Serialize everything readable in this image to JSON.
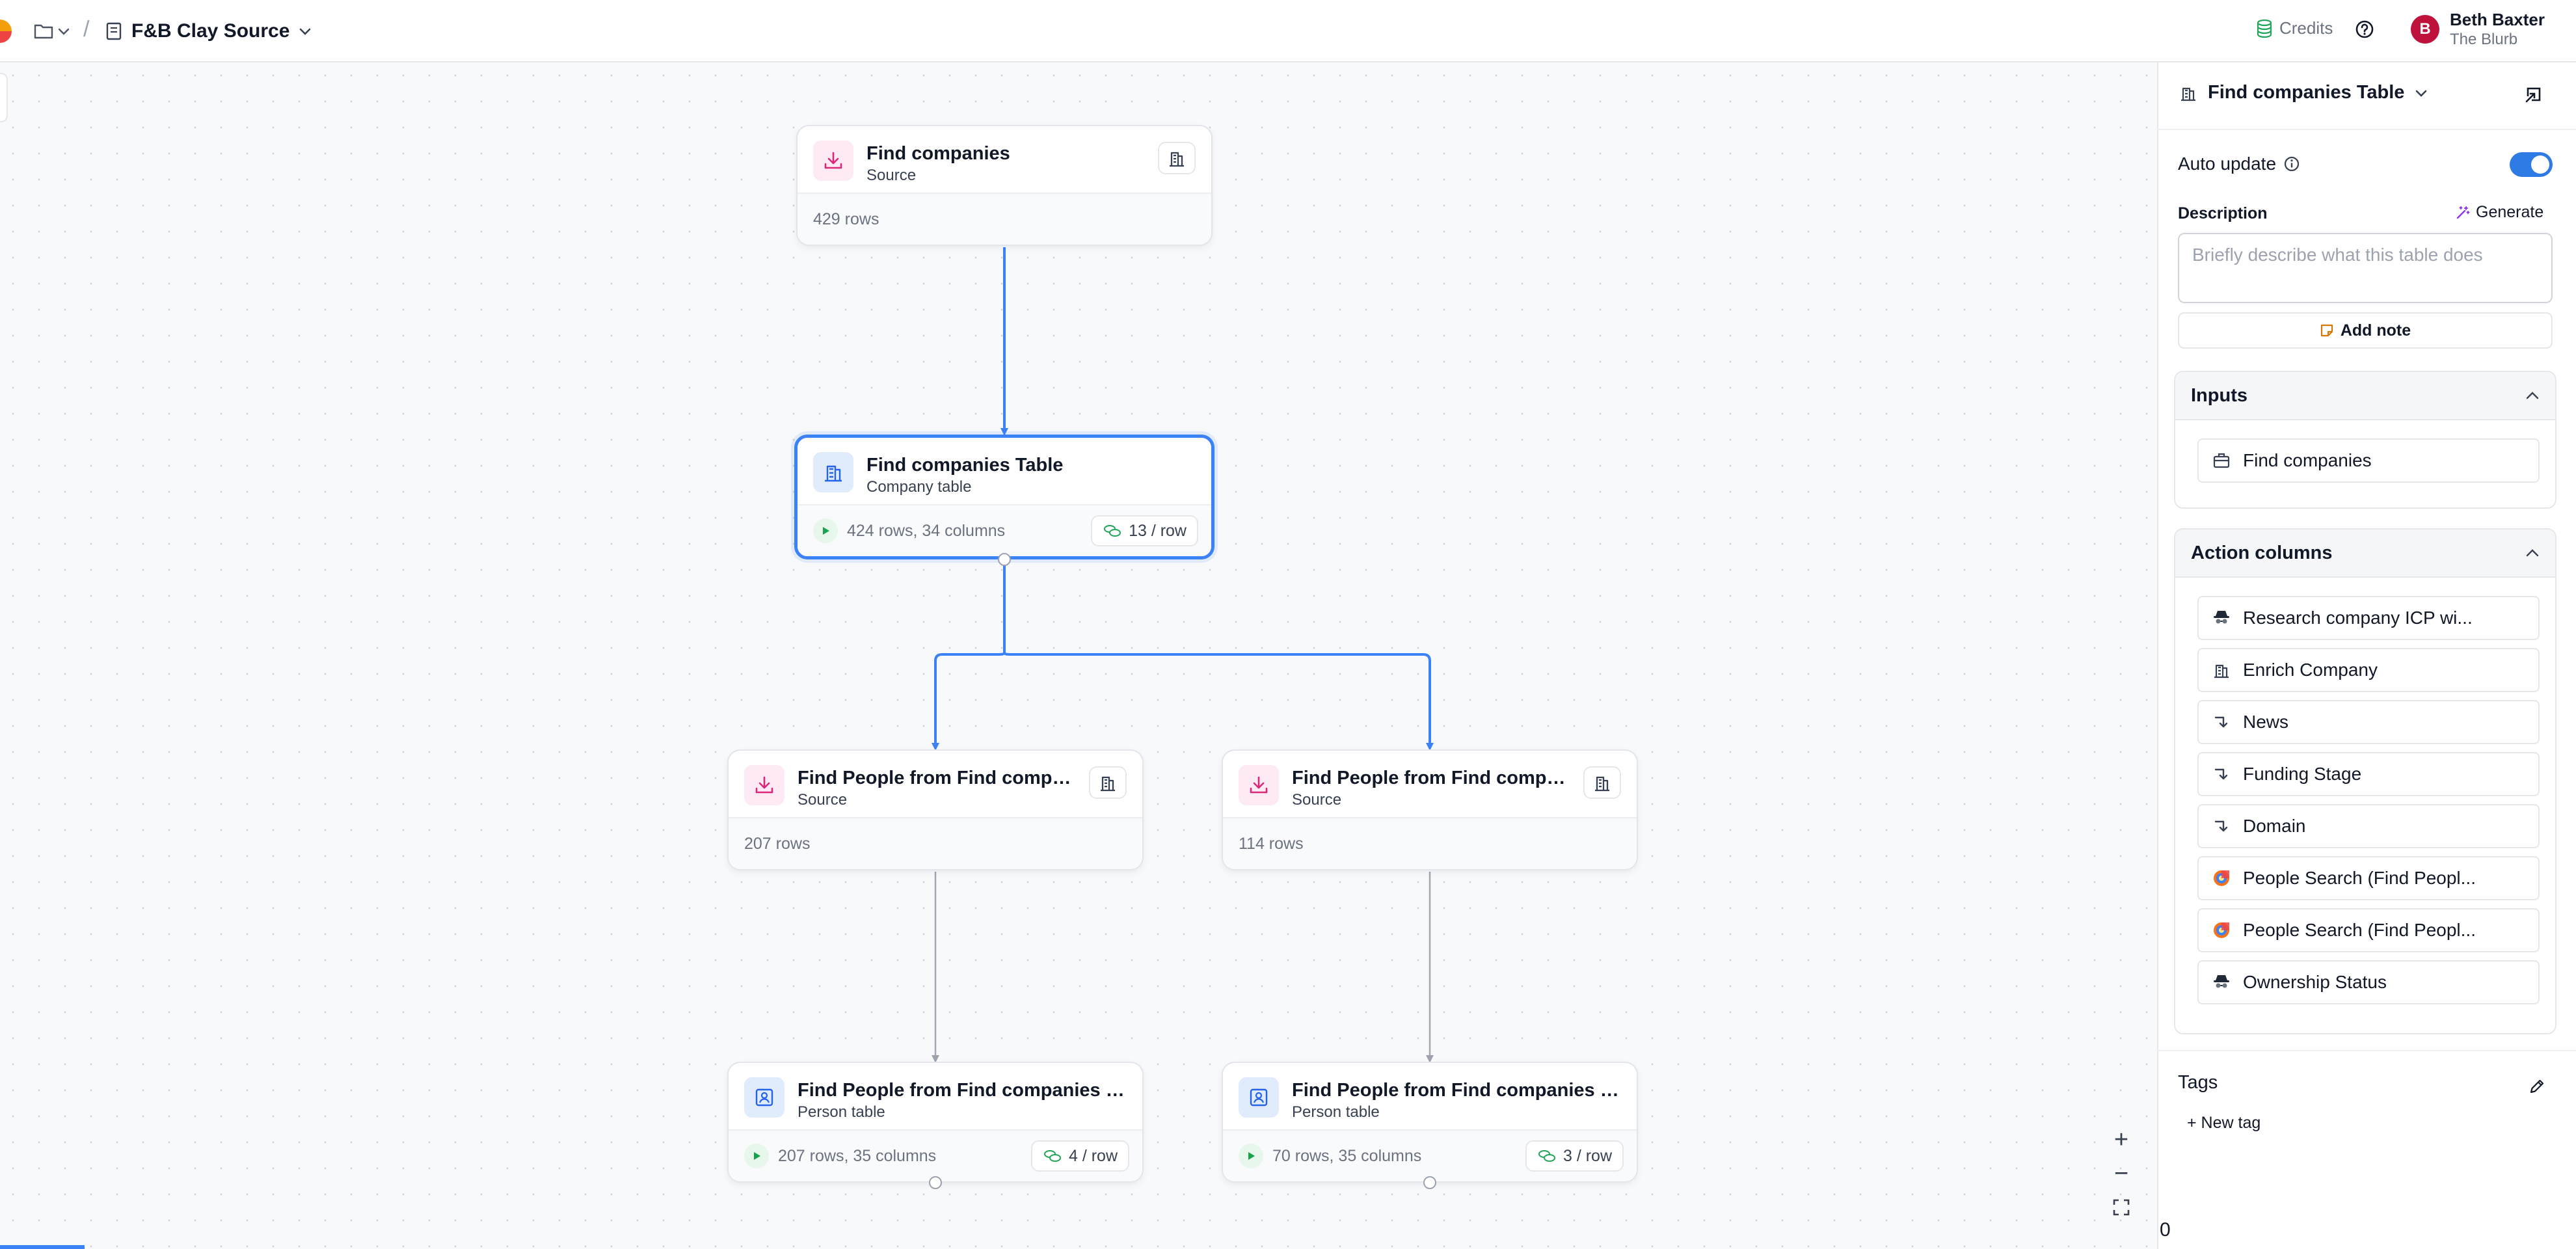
{
  "header": {
    "workbook_title": "F&B Clay Source",
    "credits_label": "Credits",
    "user": {
      "name": "Beth Baxter",
      "org": "The Blurb",
      "initial": "B"
    }
  },
  "canvas": {
    "nodes": {
      "find_companies": {
        "title": "Find companies",
        "subtitle": "Source",
        "footer": "429 rows"
      },
      "companies_table": {
        "title": "Find companies Table",
        "subtitle": "Company table",
        "footer": "424 rows, 34 columns",
        "cost": "13 / row"
      },
      "people_source_left": {
        "title": "Find People from Find compani...",
        "subtitle": "Source",
        "footer": "207 rows"
      },
      "people_source_right": {
        "title": "Find People from Find compani...",
        "subtitle": "Source",
        "footer": "114 rows"
      },
      "people_table_left": {
        "title": "Find People from Find companies Table",
        "subtitle": "Person table",
        "footer": "207 rows, 35 columns",
        "cost": "4 / row"
      },
      "people_table_right": {
        "title": "Find People from Find companies Tabl...",
        "subtitle": "Person table",
        "footer": "70 rows, 35 columns",
        "cost": "3 / row"
      }
    },
    "zoom_in_symbol": "+",
    "zoom_out_symbol": "−",
    "counter": "0"
  },
  "panel": {
    "title": "Find companies Table",
    "auto_update_label": "Auto update",
    "auto_update_on": true,
    "description_label": "Description",
    "generate_label": "Generate",
    "description_placeholder": "Briefly describe what this table does",
    "add_note_label": "Add note",
    "inputs": {
      "heading": "Inputs",
      "items": [
        {
          "label": "Find companies",
          "icon": "briefcase-icon"
        }
      ]
    },
    "action_columns": {
      "heading": "Action columns",
      "items": [
        {
          "label": "Research company ICP wi...",
          "icon": "spy-agent-icon"
        },
        {
          "label": "Enrich Company",
          "icon": "building-icon"
        },
        {
          "label": "News",
          "icon": "formula-arrow-icon"
        },
        {
          "label": "Funding Stage",
          "icon": "formula-arrow-icon"
        },
        {
          "label": "Domain",
          "icon": "formula-arrow-icon"
        },
        {
          "label": "People Search (Find Peopl...",
          "icon": "clay-logo-icon"
        },
        {
          "label": "People Search (Find Peopl...",
          "icon": "clay-logo-icon"
        },
        {
          "label": "Ownership Status",
          "icon": "spy-agent-icon"
        }
      ]
    },
    "tags_label": "Tags",
    "new_tag_label": "+ New tag"
  },
  "colors": {
    "accent_blue": "#3b82f6",
    "toggle_blue": "#2f7be5",
    "source_icon_bg": "#fdeaf5",
    "table_icon_bg": "#e0ebfb",
    "run_green": "#16a34a"
  }
}
